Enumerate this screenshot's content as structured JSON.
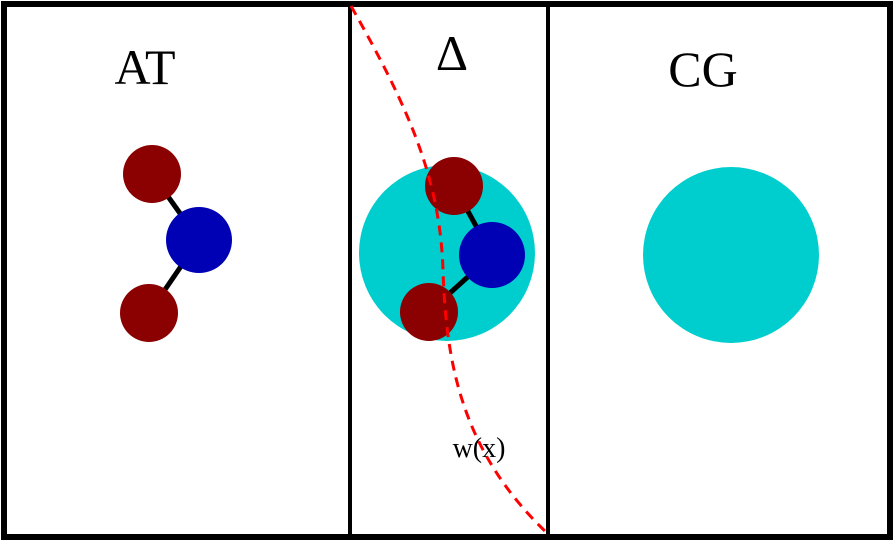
{
  "regions": {
    "atomistic": {
      "label": "AT"
    },
    "hybrid": {
      "label": "Δ"
    },
    "coarse_grained": {
      "label": "CG"
    }
  },
  "weighting_function": {
    "label": "w(x)"
  },
  "colors": {
    "frame": "#000000",
    "oxygen_atom": "#8b0000",
    "central_atom": "#0000b4",
    "coarse_grained_bead": "#00cdcd",
    "weighting_curve": "#ff0000",
    "bond": "#000000"
  }
}
